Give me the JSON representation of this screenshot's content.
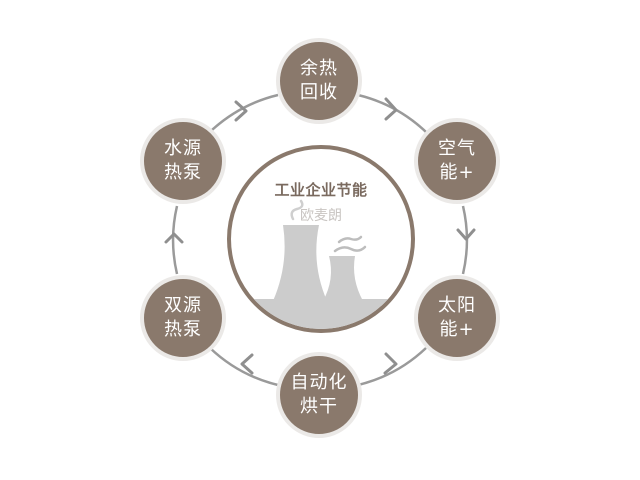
{
  "diagram": {
    "center": {
      "title": "工业企业节能",
      "watermark": "欧麦朗",
      "icon": "factory-cooling-towers-icon"
    },
    "nodes": [
      {
        "line1": "余热",
        "line2": "回收"
      },
      {
        "line1": "空气",
        "line2": "能+"
      },
      {
        "line1": "太阳",
        "line2": "能+"
      },
      {
        "line1": "自动化",
        "line2": "烘干"
      },
      {
        "line1": "双源",
        "line2": "热泵"
      },
      {
        "line1": "水源",
        "line2": "热泵"
      }
    ],
    "flow_direction": "clockwise",
    "colors": {
      "node_fill": "#8a796c",
      "node_border": "#ebe9e7",
      "ring": "#9a9a9a",
      "center_border": "#8a796c",
      "tower_fill": "#cccccc"
    }
  }
}
